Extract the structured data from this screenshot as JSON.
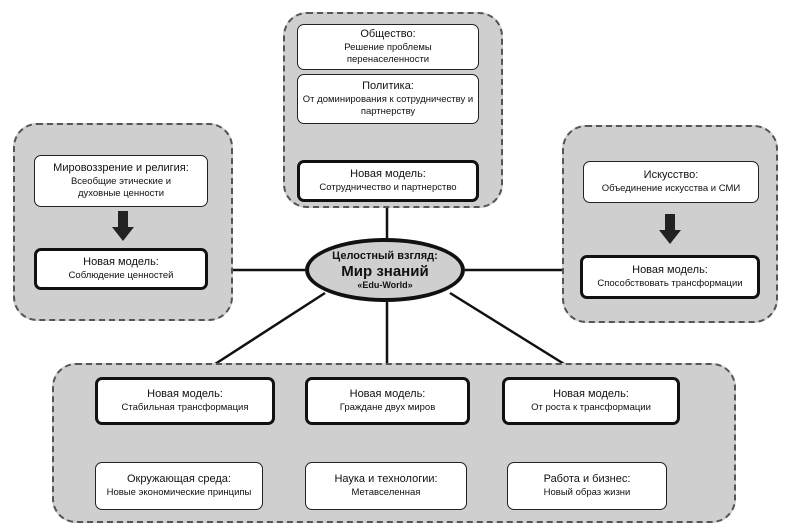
{
  "center": {
    "line1": "Целостный взгляд:",
    "line2": "Мир знаний",
    "line3": "«Edu-World»"
  },
  "top": {
    "society": {
      "title": "Общество:",
      "text": "Решение проблемы перенаселенности"
    },
    "politics": {
      "title": "Политика:",
      "text": "От доминирования к сотрудничеству и партнерству"
    },
    "model": {
      "title": "Новая модель:",
      "text": "Сотрудничество и партнерство"
    }
  },
  "left": {
    "worldview": {
      "title": "Мировоззрение и религия:",
      "text": "Всеобщие этические и духовные ценности"
    },
    "model": {
      "title": "Новая модель:",
      "text": "Соблюдение ценностей"
    }
  },
  "right": {
    "art": {
      "title": "Искусство:",
      "text": "Объединение искусства и СМИ"
    },
    "model": {
      "title": "Новая модель:",
      "text": "Способствовать трансформации"
    }
  },
  "bottom": {
    "models": [
      {
        "title": "Новая модель:",
        "text": "Стабильная трансформация"
      },
      {
        "title": "Новая модель:",
        "text": "Граждане двух миров"
      },
      {
        "title": "Новая модель:",
        "text": "От роста к трансформации"
      }
    ],
    "domains": [
      {
        "title": "Окружающая среда:",
        "text": "Новые экономические принципы"
      },
      {
        "title": "Наука и технологии:",
        "text": "Метавселенная"
      },
      {
        "title": "Работа и бизнес:",
        "text": "Новый образ жизни"
      }
    ]
  }
}
